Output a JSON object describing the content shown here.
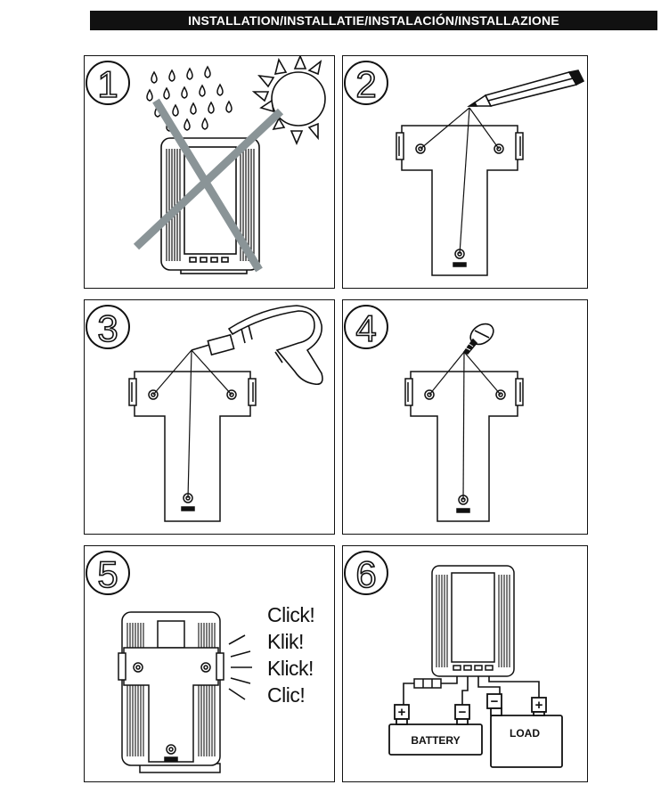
{
  "header": {
    "title": "INSTALLATION/INSTALLATIE/INSTALACIÓN/INSTALLAZIONE"
  },
  "steps": [
    {
      "number": "1"
    },
    {
      "number": "2"
    },
    {
      "number": "3"
    },
    {
      "number": "4"
    },
    {
      "number": "5"
    },
    {
      "number": "6"
    }
  ],
  "click_sounds": [
    "Click!",
    "Klik!",
    "Klick!",
    "Clic!"
  ],
  "wiring": {
    "battery_label": "BATTERY",
    "load_label": "LOAD",
    "plus": "+",
    "minus": "−"
  },
  "colors": {
    "ink": "#111111",
    "cross": "#8a9497",
    "header_bg": "#111111",
    "header_text": "#ffffff"
  }
}
